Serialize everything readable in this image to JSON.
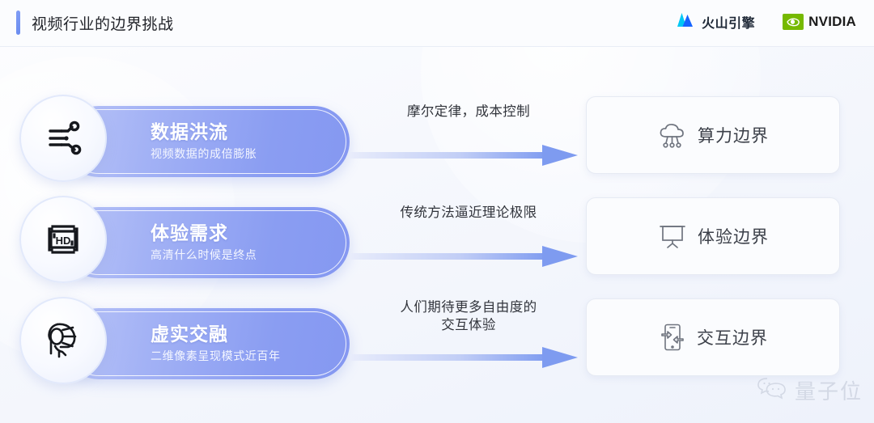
{
  "header": {
    "title": "视频行业的边界挑战",
    "accent_color": "#7f9cf5",
    "logos": [
      {
        "name": "volcano-engine",
        "text": "火山引擎",
        "color": "#1664ff"
      },
      {
        "name": "nvidia",
        "text": "NVIDIA",
        "color": "#76b900"
      }
    ]
  },
  "rows": [
    {
      "icon": "circuit-nodes-icon",
      "title": "数据洪流",
      "subtitle": "视频数据的成倍膨胀",
      "arrow_label": "摩尔定律，成本控制",
      "arrow_label_line2": "",
      "card_icon": "cloud-compute-icon",
      "card_label": "算力边界"
    },
    {
      "icon": "hd-screen-icon",
      "title": "体验需求",
      "subtitle": "高清什么时候是终点",
      "arrow_label": "传统方法逼近理论极限",
      "arrow_label_line2": "",
      "card_icon": "projector-screen-icon",
      "card_label": "体验边界"
    },
    {
      "icon": "vr-headset-icon",
      "title": "虚实交融",
      "subtitle": "二维像素呈现模式近百年",
      "arrow_label": "人们期待更多自由度的",
      "arrow_label_line2": "交互体验",
      "card_icon": "phone-interaction-icon",
      "card_label": "交互边界"
    }
  ],
  "watermark": {
    "text": "量子位",
    "icon": "wechat-bubbles-icon"
  },
  "theme": {
    "pill_gradient_from": "#b9c4f7",
    "pill_gradient_to": "#8598f1",
    "arrow_color": "#7e9bf0",
    "background": "#f6f8fd"
  }
}
